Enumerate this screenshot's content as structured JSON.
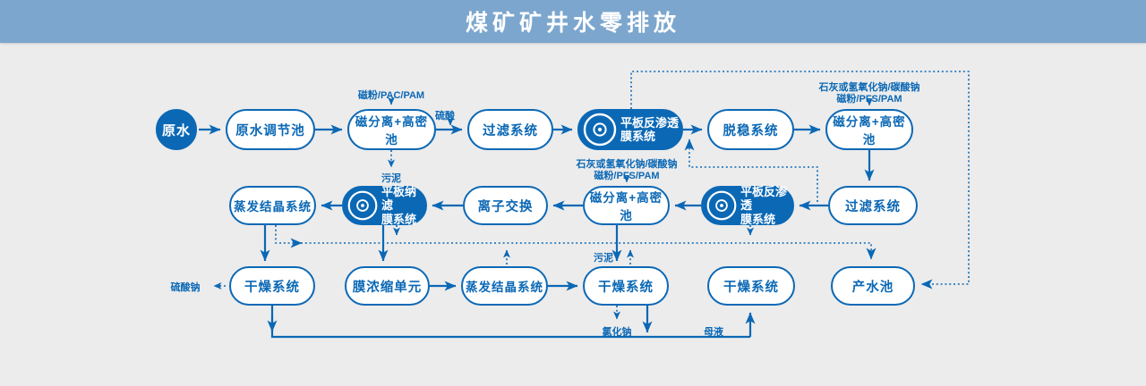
{
  "header": {
    "title": "煤矿矿井水零排放"
  },
  "colors": {
    "accent": "#0B68B5",
    "header_bg": "#7CA6CD",
    "page_bg": "#ECECEC",
    "node_fill": "#FFFFFF"
  },
  "icons": {
    "membrane": "bullseye-circle-icon"
  },
  "nodes": {
    "raw_water": "原水",
    "raw_water_pool": "原水调节池",
    "magsep_hd_1": "磁分离+高密池",
    "filter_1": "过滤系统",
    "ro_1": {
      "line1": "平板反渗透",
      "line2": "膜系统"
    },
    "destab": "脱稳系统",
    "magsep_hd_2": "磁分离+高密池",
    "evap_cryst_1": "蒸发结晶系统",
    "nf": {
      "line1": "平板纳滤",
      "line2": "膜系统"
    },
    "ion_exchange": "离子交换",
    "magsep_hd_3": "磁分离+高密池",
    "ro_2": {
      "line1": "平板反渗透",
      "line2": "膜系统"
    },
    "filter_2": "过滤系统",
    "dry_1": "干燥系统",
    "membrane_conc": "膜浓缩单元",
    "evap_cryst_2": "蒸发结晶系统",
    "dry_2": "干燥系统",
    "dry_3": "干燥系统",
    "product_pool": "产水池"
  },
  "annotations": {
    "dosing_1": "磁粉/PAC/PAM",
    "sulfuric_acid": "硫酸",
    "sludge_1": "污泥",
    "dosing_2a": "石灰或氢氧化钠/碳酸钠",
    "dosing_2b": "磁粉/PFS/PAM",
    "dosing_3a": "石灰或氢氧化钠/碳酸钠",
    "dosing_3b": "磁粉/PFS/PAM",
    "sludge_2": "污泥",
    "sodium_sulfate": "硫酸钠",
    "sodium_chloride": "氯化钠",
    "mother_liquor": "母液"
  }
}
